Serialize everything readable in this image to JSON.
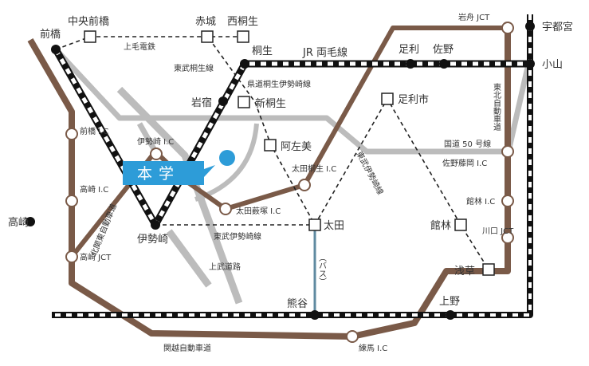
{
  "colors": {
    "rail": "#111111",
    "expressway": "#7a5a48",
    "road": "#bcbcbc",
    "bus": "#5f8aa0",
    "badge": "#2d9cd8",
    "badge_dot": "#2d9cd8"
  },
  "badge": {
    "label": "本学"
  },
  "stations": {
    "maebashi": "前橋",
    "chuo_maebashi": "中央前橋",
    "akagi": "赤城",
    "nishi_kiryu": "西桐生",
    "kiryu": "桐生",
    "iwajuku": "岩宿",
    "shin_kiryu": "新桐生",
    "azami": "阿左美",
    "isesaki": "伊勢崎",
    "ota": "太田",
    "ashikaga": "足利",
    "sano": "佐野",
    "oyama": "小山",
    "utsunomiya": "宇都宮",
    "iwafune_jct": "岩舟 JCT",
    "ashikagashi": "足利市",
    "tatebayashi": "館林",
    "asakusa": "浅草",
    "kumagaya": "熊谷",
    "ueno": "上野",
    "takasaki": "高崎"
  },
  "interchanges": {
    "maebashi_ic": "前橋 I.C",
    "takasaki_ic": "高崎 I.C",
    "takasaki_jct": "高崎 JCT",
    "isesaki_ic": "伊勢崎 I.C",
    "ota_kiryu_ic": "太田桐生 I.C",
    "ota_yabuzuka_ic": "太田薮塚 I.C",
    "sano_fujioka_ic": "佐野藤岡 I.C",
    "tatebayashi_ic": "館林 I.C",
    "kawaguchi_jct": "川口 JCT",
    "nerima_ic": "練馬 I.C"
  },
  "lines": {
    "jomo_dentetsu": "上毛電鉄",
    "tobu_kiryu": "東武桐生線",
    "jr_ryomo": "JR 両毛線",
    "prefectural_road": "県道桐生伊勢崎線",
    "tobu_isesaki_line": "東武伊勢崎線",
    "tobu_isesaki_diag": "東武伊勢崎線",
    "national_road_50": "国道 50 号線",
    "tohoku_expressway": "東北自動車道",
    "kanetsu_expressway": "関越自動車道",
    "kitakanto_expressway": "北関東自動車道",
    "jobu_road": "上武道路",
    "bus": "（バス）"
  }
}
